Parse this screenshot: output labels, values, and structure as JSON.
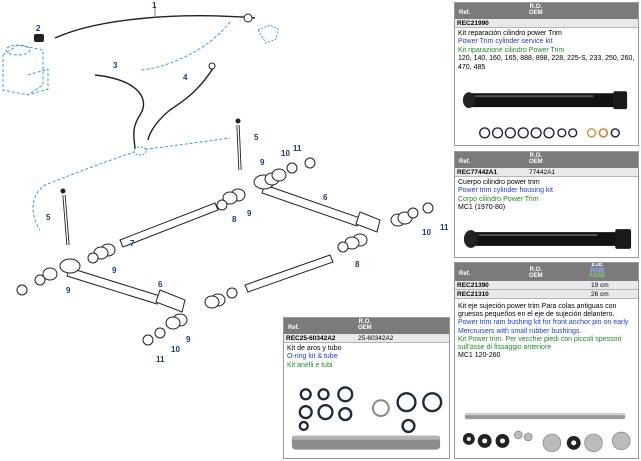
{
  "diagram": {
    "callouts": [
      "1",
      "2",
      "3",
      "4",
      "5",
      "5",
      "6",
      "6",
      "7",
      "8",
      "8",
      "9",
      "9",
      "9",
      "9",
      "9",
      "10",
      "10",
      "10",
      "11",
      "11",
      "11"
    ]
  },
  "panels": {
    "rec21990": {
      "hdr_ref": "Ref.",
      "hdr_ro": "R.O.",
      "hdr_oem": "OEM",
      "ref": "REC21990",
      "oem": "",
      "title_es": "Kit reparación cilindro power Trim",
      "title_en": "Power Trim cylinder service kit",
      "title_it": "Kit riparazione cilindro Power Trim",
      "models": "120, 140, 160, 165, 888, 898, 228, 225-S, 233, 250, 260, 470, 485"
    },
    "rec77442a1": {
      "hdr_ref": "Ref.",
      "hdr_ro": "R.O.",
      "hdr_oem": "OEM",
      "ref": "REC77442A1",
      "oem": "77442A1",
      "title_es": "Cuerpo cilindro power trim",
      "title_en": "Power trim cylinder housing kit",
      "title_it": "Corpo cilindro Power Trim",
      "models": "MC1 (1970-80)"
    },
    "rec25": {
      "hdr_ref": "Ref.",
      "hdr_ro": "R.O.",
      "hdr_oem": "OEM",
      "ref": "REC25-60342A2",
      "oem": "25-60342A2",
      "title_es": "Kit de aros y tubo",
      "title_en": "O-ring kit & tube",
      "title_it": "Kit anelli e tubi"
    },
    "rec21390": {
      "hdr_ref": "Ref.",
      "hdr_ro": "R.O.",
      "hdr_oem": "OEM",
      "hdr_eje": "EJE",
      "hdr_ram": "RAM",
      "hdr_asse": "ASSE",
      "row1_ref": "REC21390",
      "row1_len": "19 cm",
      "row2_ref": "REC21310",
      "row2_len": "26 cm",
      "text_es": "Kit eje sujeción power trim Para colas antiguas con gruesos pequeños en el eje de sujeción delantero.",
      "text_en": "Power trim ram bushing kit for front anchor pin on early Mercruisers with small rubber bushings.",
      "text_it": "Kit Power trim. Per vecchie piedi con piccoli spessori sull'asse di fissaggio anteriore",
      "models": "MC1 120-260"
    }
  }
}
